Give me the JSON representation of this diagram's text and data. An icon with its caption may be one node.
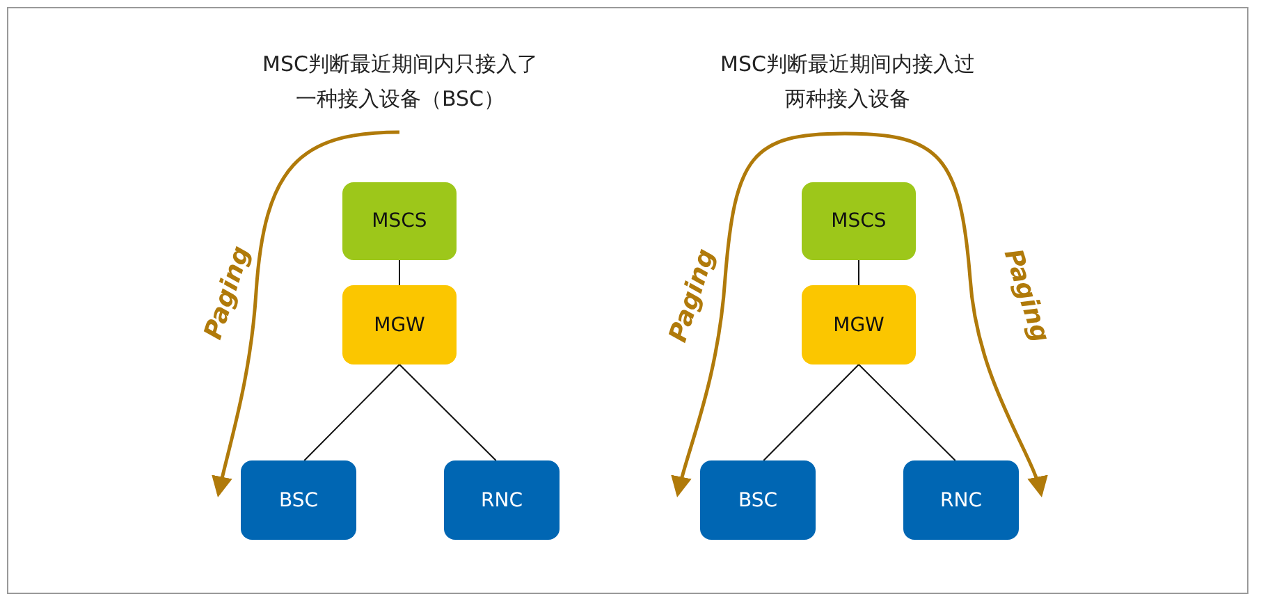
{
  "diagram": {
    "nodes": [
      {
        "text": [
          "MSCS"
        ]
      },
      {
        "text": [
          "MGW"
        ]
      },
      {
        "text": [
          "BSC"
        ]
      },
      {
        "text": [
          "RNC"
        ]
      },
      {
        "text": [
          "MSCS"
        ]
      },
      {
        "text": [
          "MGW"
        ]
      },
      {
        "text": [
          "BSC"
        ]
      },
      {
        "text": [
          "RNC"
        ]
      }
    ],
    "edges": [
      {
        "from": 0,
        "to": 1,
        "arrow": "none"
      },
      {
        "from": 1,
        "to": 2,
        "arrow": "none"
      },
      {
        "from": 1,
        "to": 3,
        "arrow": "none"
      },
      {
        "from": 4,
        "to": 5,
        "arrow": "none"
      },
      {
        "from": 5,
        "to": 6,
        "arrow": "none"
      },
      {
        "from": 5,
        "to": 7,
        "arrow": "none"
      },
      {
        "from": null,
        "to": 2,
        "arrow": "to",
        "label": "Paging",
        "style": "thick",
        "color": "#b07a0a"
      },
      {
        "from": null,
        "to": 6,
        "arrow": "to",
        "label": "Paging",
        "style": "thick",
        "color": "#b07a0a"
      },
      {
        "from": null,
        "to": 7,
        "arrow": "to",
        "label": "Paging",
        "style": "thick",
        "color": "#b07a0a"
      }
    ],
    "labels": [
      "MSC判断最近期间内只接入了一种接入设备（BSC）",
      "MSC判断最近期间内接入过两种接入设备"
    ]
  }
}
